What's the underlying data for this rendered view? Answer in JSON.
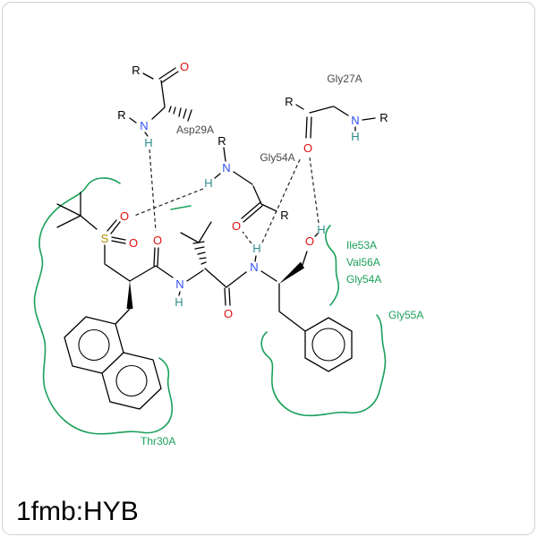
{
  "title": "1fmb:HYB",
  "atoms": {
    "oxygen": "O",
    "nitrogen": "N",
    "hydrogen": "H",
    "sulfur": "S",
    "r_group": "R"
  },
  "residue_labels": {
    "asp29a": "Asp29A",
    "gly54a_top": "Gly54A",
    "gly27a": "Gly27A",
    "ile53a": "Ile53A",
    "val56a": "Val56A",
    "gly54a_right": "Gly54A",
    "gly55a": "Gly55A",
    "thr30a": "Thr30A"
  },
  "colors": {
    "carbon": "#000000",
    "oxygen": "#e01010",
    "nitrogen": "#3050f8",
    "sulfur": "#b09000",
    "polar_hydrogen": "#2e8b8b",
    "hbond": "#222222",
    "contact": "#1aa05a",
    "residue": "#4a4a4a",
    "border": "#cfcfcf"
  }
}
